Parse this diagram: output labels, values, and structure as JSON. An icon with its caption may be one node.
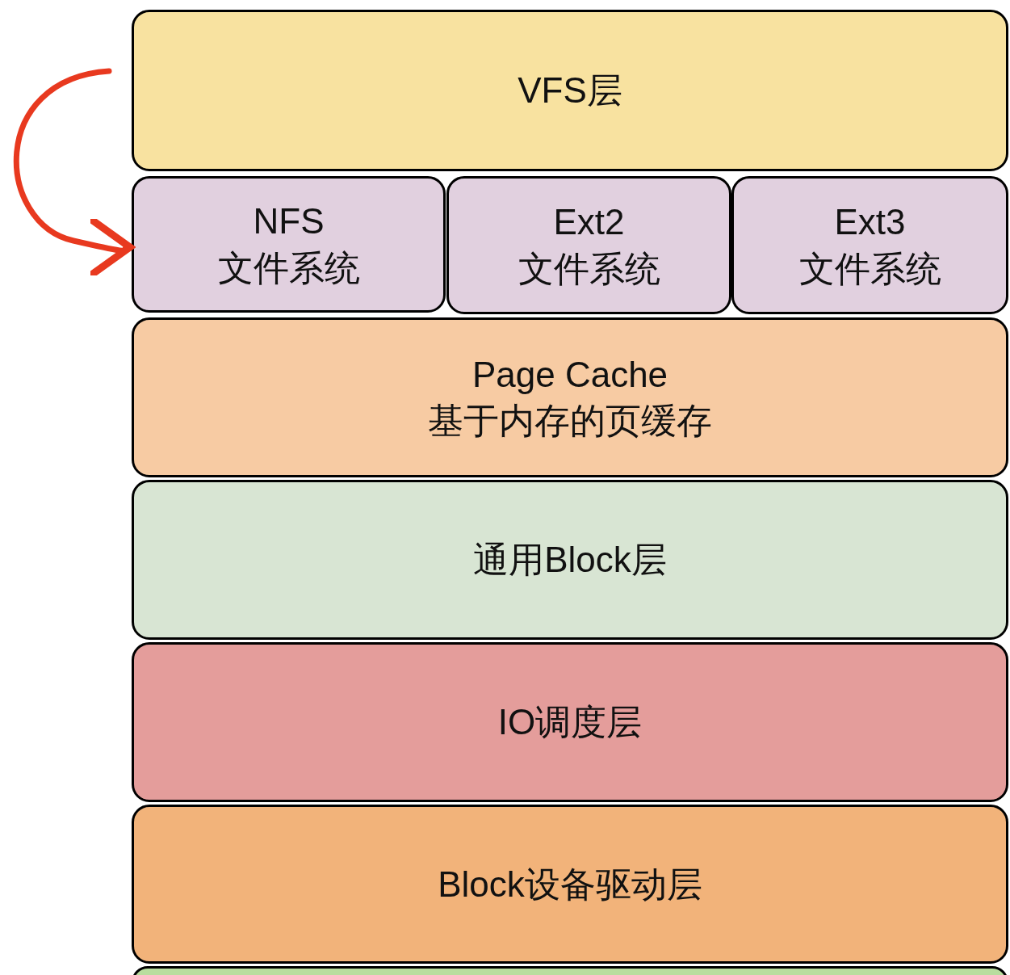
{
  "diagram": {
    "nodes": [
      {
        "text": [
          "VFS层"
        ]
      },
      {
        "text": [
          "NFS 文件系统"
        ]
      },
      {
        "text": [
          "Ext2 文件系统"
        ]
      },
      {
        "text": [
          "Ext3 文件系统"
        ]
      },
      {
        "text": [
          "Page Cache 基于内存的页缓存"
        ]
      },
      {
        "text": [
          "通用Block层"
        ]
      },
      {
        "text": [
          "IO调度层"
        ]
      },
      {
        "text": [
          "Block设备驱动层"
        ]
      },
      {
        "text": [],
        "shape": "box"
      }
    ],
    "edges": [
      {
        "from": 0,
        "to": 1,
        "arrow": "to",
        "color": "#e8391f"
      }
    ]
  }
}
